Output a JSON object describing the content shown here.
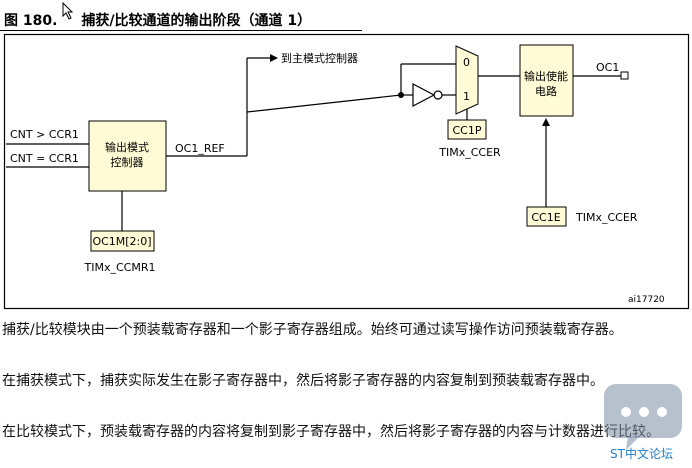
{
  "figure": {
    "number": "图 180.",
    "title": "捕获/比较通道的输出阶段（通道 1）"
  },
  "diagram": {
    "inputs": [
      "CNT > CCR1",
      "CNT = CCR1"
    ],
    "output_mode_controller": [
      "输出模式",
      "控制器"
    ],
    "oc1_ref": "OC1_REF",
    "to_master": "到主模式控制器",
    "mux_inputs": [
      "0",
      "1"
    ],
    "cc1p": "CC1P",
    "timx_ccer_1": "TIMx_CCER",
    "output_enable": [
      "输出使能",
      "电路"
    ],
    "oc1": "OC1",
    "cc1e": "CC1E",
    "timx_ccer_2": "TIMx_CCER",
    "oc1m": "OC1M[2:0]",
    "timx_ccmr1": "TIMx_CCMR1",
    "ai_label": "ai17720"
  },
  "paragraphs": [
    "捕获/比较模块由一个预装载寄存器和一个影子寄存器组成。始终可通过读写操作访问预装载寄存器。",
    "在捕获模式下，捕获实际发生在影子寄存器中，然后将影子寄存器的内容复制到预装载寄存器中。",
    "在比较模式下，预装载寄存器的内容将复制到影子寄存器中，然后将影子寄存器的内容与计数器进行比较。"
  ],
  "watermark": {
    "text": "ST中文论坛"
  },
  "colors": {
    "block_fill": "#fffbd6",
    "border": "#000000",
    "watermark": "#1f7fd6"
  }
}
